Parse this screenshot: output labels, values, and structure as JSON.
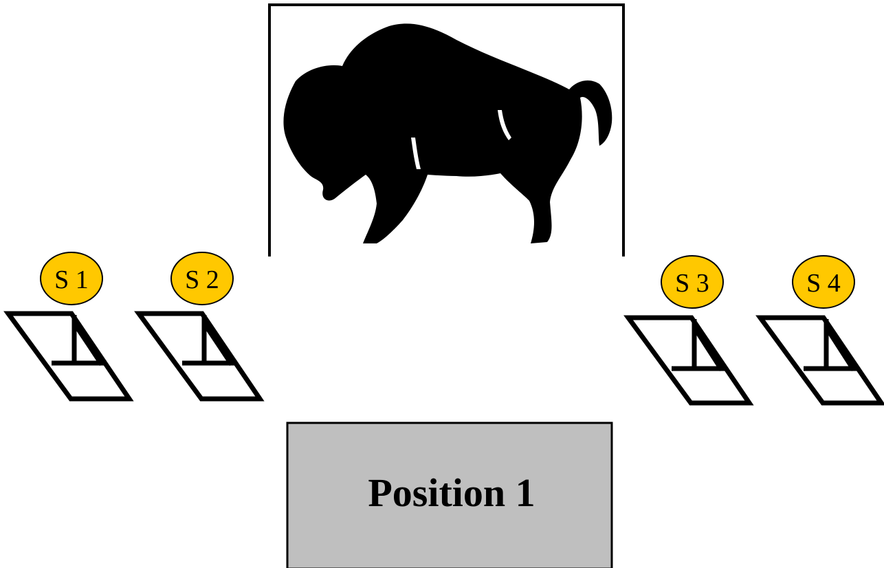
{
  "diagram": {
    "stands": [
      {
        "label": "S 1"
      },
      {
        "label": "S 2"
      },
      {
        "label": "S 3"
      },
      {
        "label": "S 4"
      }
    ],
    "position_box": {
      "label": "Position 1"
    },
    "picture": {
      "icon": "bison-icon"
    },
    "colors": {
      "stand_marker": "#ffc800",
      "position_fill": "#bfbfbf",
      "outline": "#000000",
      "bison": "#000000"
    }
  }
}
